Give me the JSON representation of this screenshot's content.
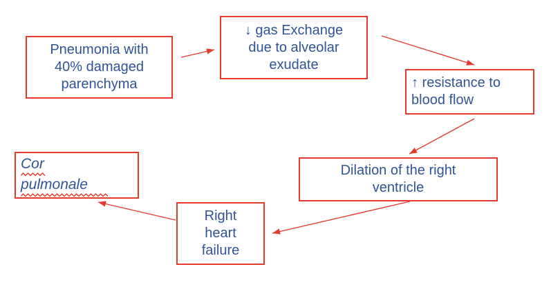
{
  "diagram": {
    "type": "flowchart",
    "colors": {
      "box_border": "#e5392b",
      "arrow": "#e5392b",
      "text_blue": "#2f5496",
      "background": "#ffffff"
    },
    "nodes": [
      {
        "id": "pneumonia",
        "lines": [
          "Pneumonia with",
          "40% damaged",
          "parenchyma"
        ]
      },
      {
        "id": "gas-exchange",
        "lines": [
          "↓ gas Exchange",
          "due to alveolar",
          "exudate"
        ]
      },
      {
        "id": "resistance",
        "lines": [
          "↑ resistance to",
          "blood flow"
        ]
      },
      {
        "id": "dilation",
        "lines": [
          "Dilation of the right",
          "ventricle"
        ]
      },
      {
        "id": "right-heart-failure",
        "lines": [
          "Right",
          "heart",
          "failure"
        ]
      },
      {
        "id": "cor-pulmonale",
        "lines": [
          "Cor",
          "pulmonale"
        ],
        "style": "italic",
        "underline": "red-squiggle"
      }
    ],
    "edges": [
      {
        "from": "pneumonia",
        "to": "gas-exchange"
      },
      {
        "from": "gas-exchange",
        "to": "resistance"
      },
      {
        "from": "resistance",
        "to": "dilation"
      },
      {
        "from": "dilation",
        "to": "right-heart-failure"
      },
      {
        "from": "right-heart-failure",
        "to": "cor-pulmonale"
      }
    ]
  }
}
